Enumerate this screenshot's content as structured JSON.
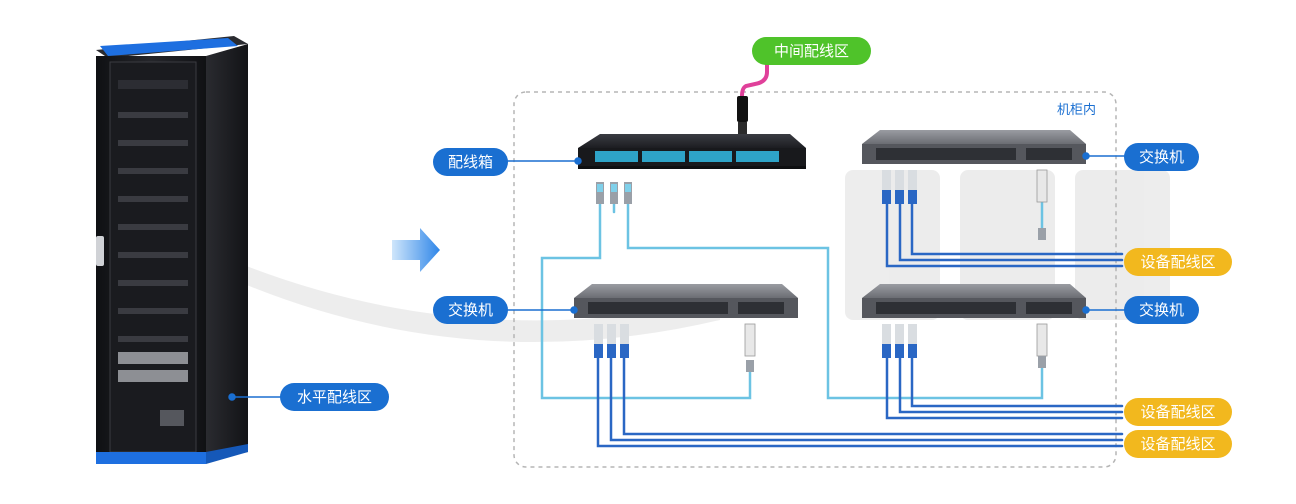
{
  "labels": {
    "middle_zone": "中间配线区",
    "cabinet_inside": "机柜内",
    "patch_box": "配线箱",
    "switch_right_top": "交换机",
    "switch_left_mid": "交换机",
    "switch_right_mid": "交换机",
    "horizontal_zone": "水平配线区",
    "equipment_zone_1": "设备配线区",
    "equipment_zone_2": "设备配线区",
    "equipment_zone_3": "设备配线区"
  },
  "colors": {
    "blue_pill": "#1a6fd1",
    "yellow_pill": "#f2b81e",
    "green_pill": "#4fc32a",
    "pink_cable": "#e0409a",
    "dark_blue_cable": "#2a67c4",
    "light_blue_cable": "#6cc3e3",
    "dashed_border": "#b5b5b5",
    "rack_body": "#1b1c20",
    "rack_accent": "#1e6fe0"
  }
}
